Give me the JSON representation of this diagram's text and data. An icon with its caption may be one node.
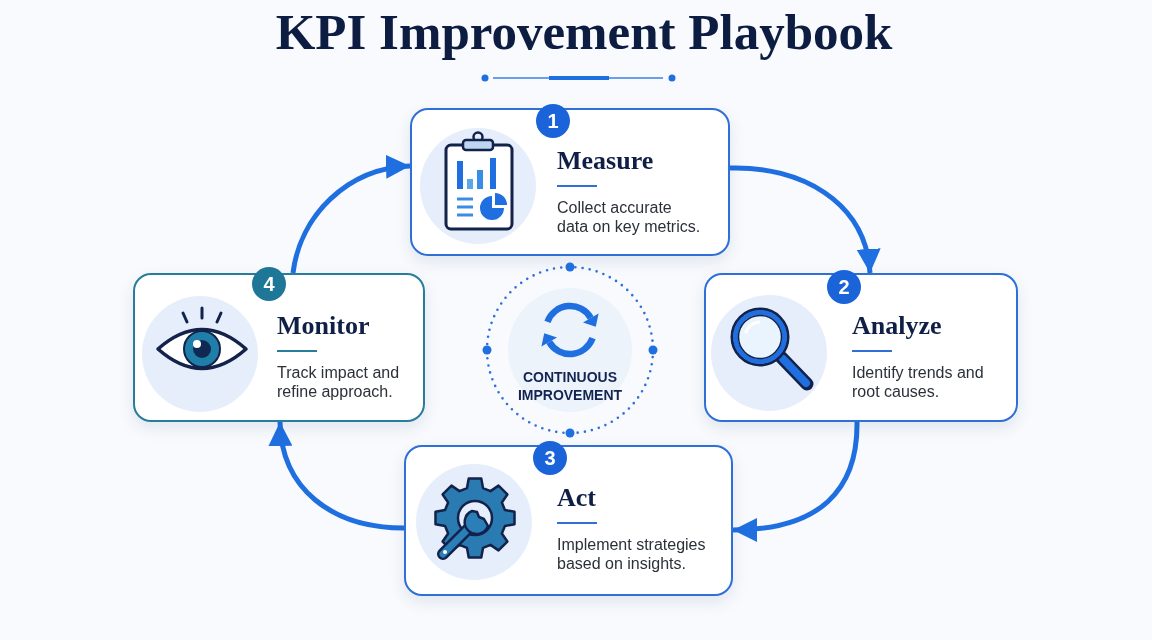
{
  "diagram": {
    "title": "KPI Improvement Playbook",
    "nodes": [
      {
        "text": [
          "1",
          "Measure",
          "Collect accurate data on key metrics."
        ]
      },
      {
        "text": [
          "4",
          "Monitor",
          "Track impact and refine approach."
        ]
      },
      {
        "text": [
          "CONTINUOUS IMPROVEMENT"
        ]
      },
      {
        "text": [
          "2",
          "Analyze",
          "Identify trends and root causes."
        ]
      },
      {
        "text": [
          "3",
          "Act",
          "Implement strategies based on insights."
        ]
      }
    ],
    "edges": [
      {
        "from": 0,
        "to": 3,
        "arrow": "to"
      },
      {
        "from": 3,
        "to": 4,
        "arrow": "to"
      },
      {
        "from": 4,
        "to": 1,
        "arrow": "to"
      },
      {
        "from": 1,
        "to": 0,
        "arrow": "to"
      }
    ]
  }
}
